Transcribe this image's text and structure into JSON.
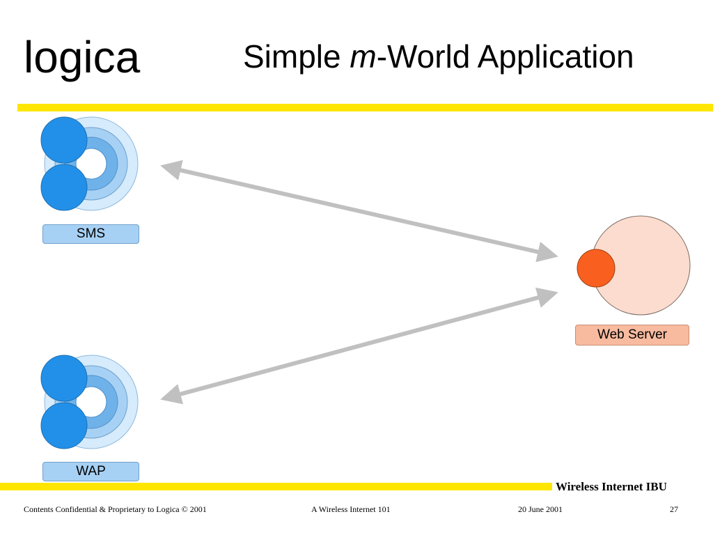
{
  "header": {
    "logo": "logica",
    "title_prefix": "Simple ",
    "title_em": "m",
    "title_suffix": "-World Application"
  },
  "diagram": {
    "nodes": [
      {
        "id": "sms",
        "label": "SMS"
      },
      {
        "id": "wap",
        "label": "WAP"
      },
      {
        "id": "web-server",
        "label": "Web Server"
      }
    ],
    "edges": [
      {
        "from": "sms",
        "to": "web-server",
        "direction": "bidirectional"
      },
      {
        "from": "wap",
        "to": "web-server",
        "direction": "bidirectional"
      }
    ],
    "colors": {
      "device_circle": "#2290e8",
      "wave_outer": "#d6ebfb",
      "wave_mid": "#a7d1f4",
      "wave_inner": "#6fb2ea",
      "server_outer": "#fcdcce",
      "server_core": "#f96020",
      "arrow": "#c0c0c0"
    }
  },
  "footer": {
    "brand": "Wireless Internet IBU",
    "confidential": "Contents Confidential & Proprietary to Logica © 2001",
    "course": "A Wireless Internet 101",
    "date": "20 June 2001",
    "page": "27"
  },
  "accent_color": "#ffe600"
}
